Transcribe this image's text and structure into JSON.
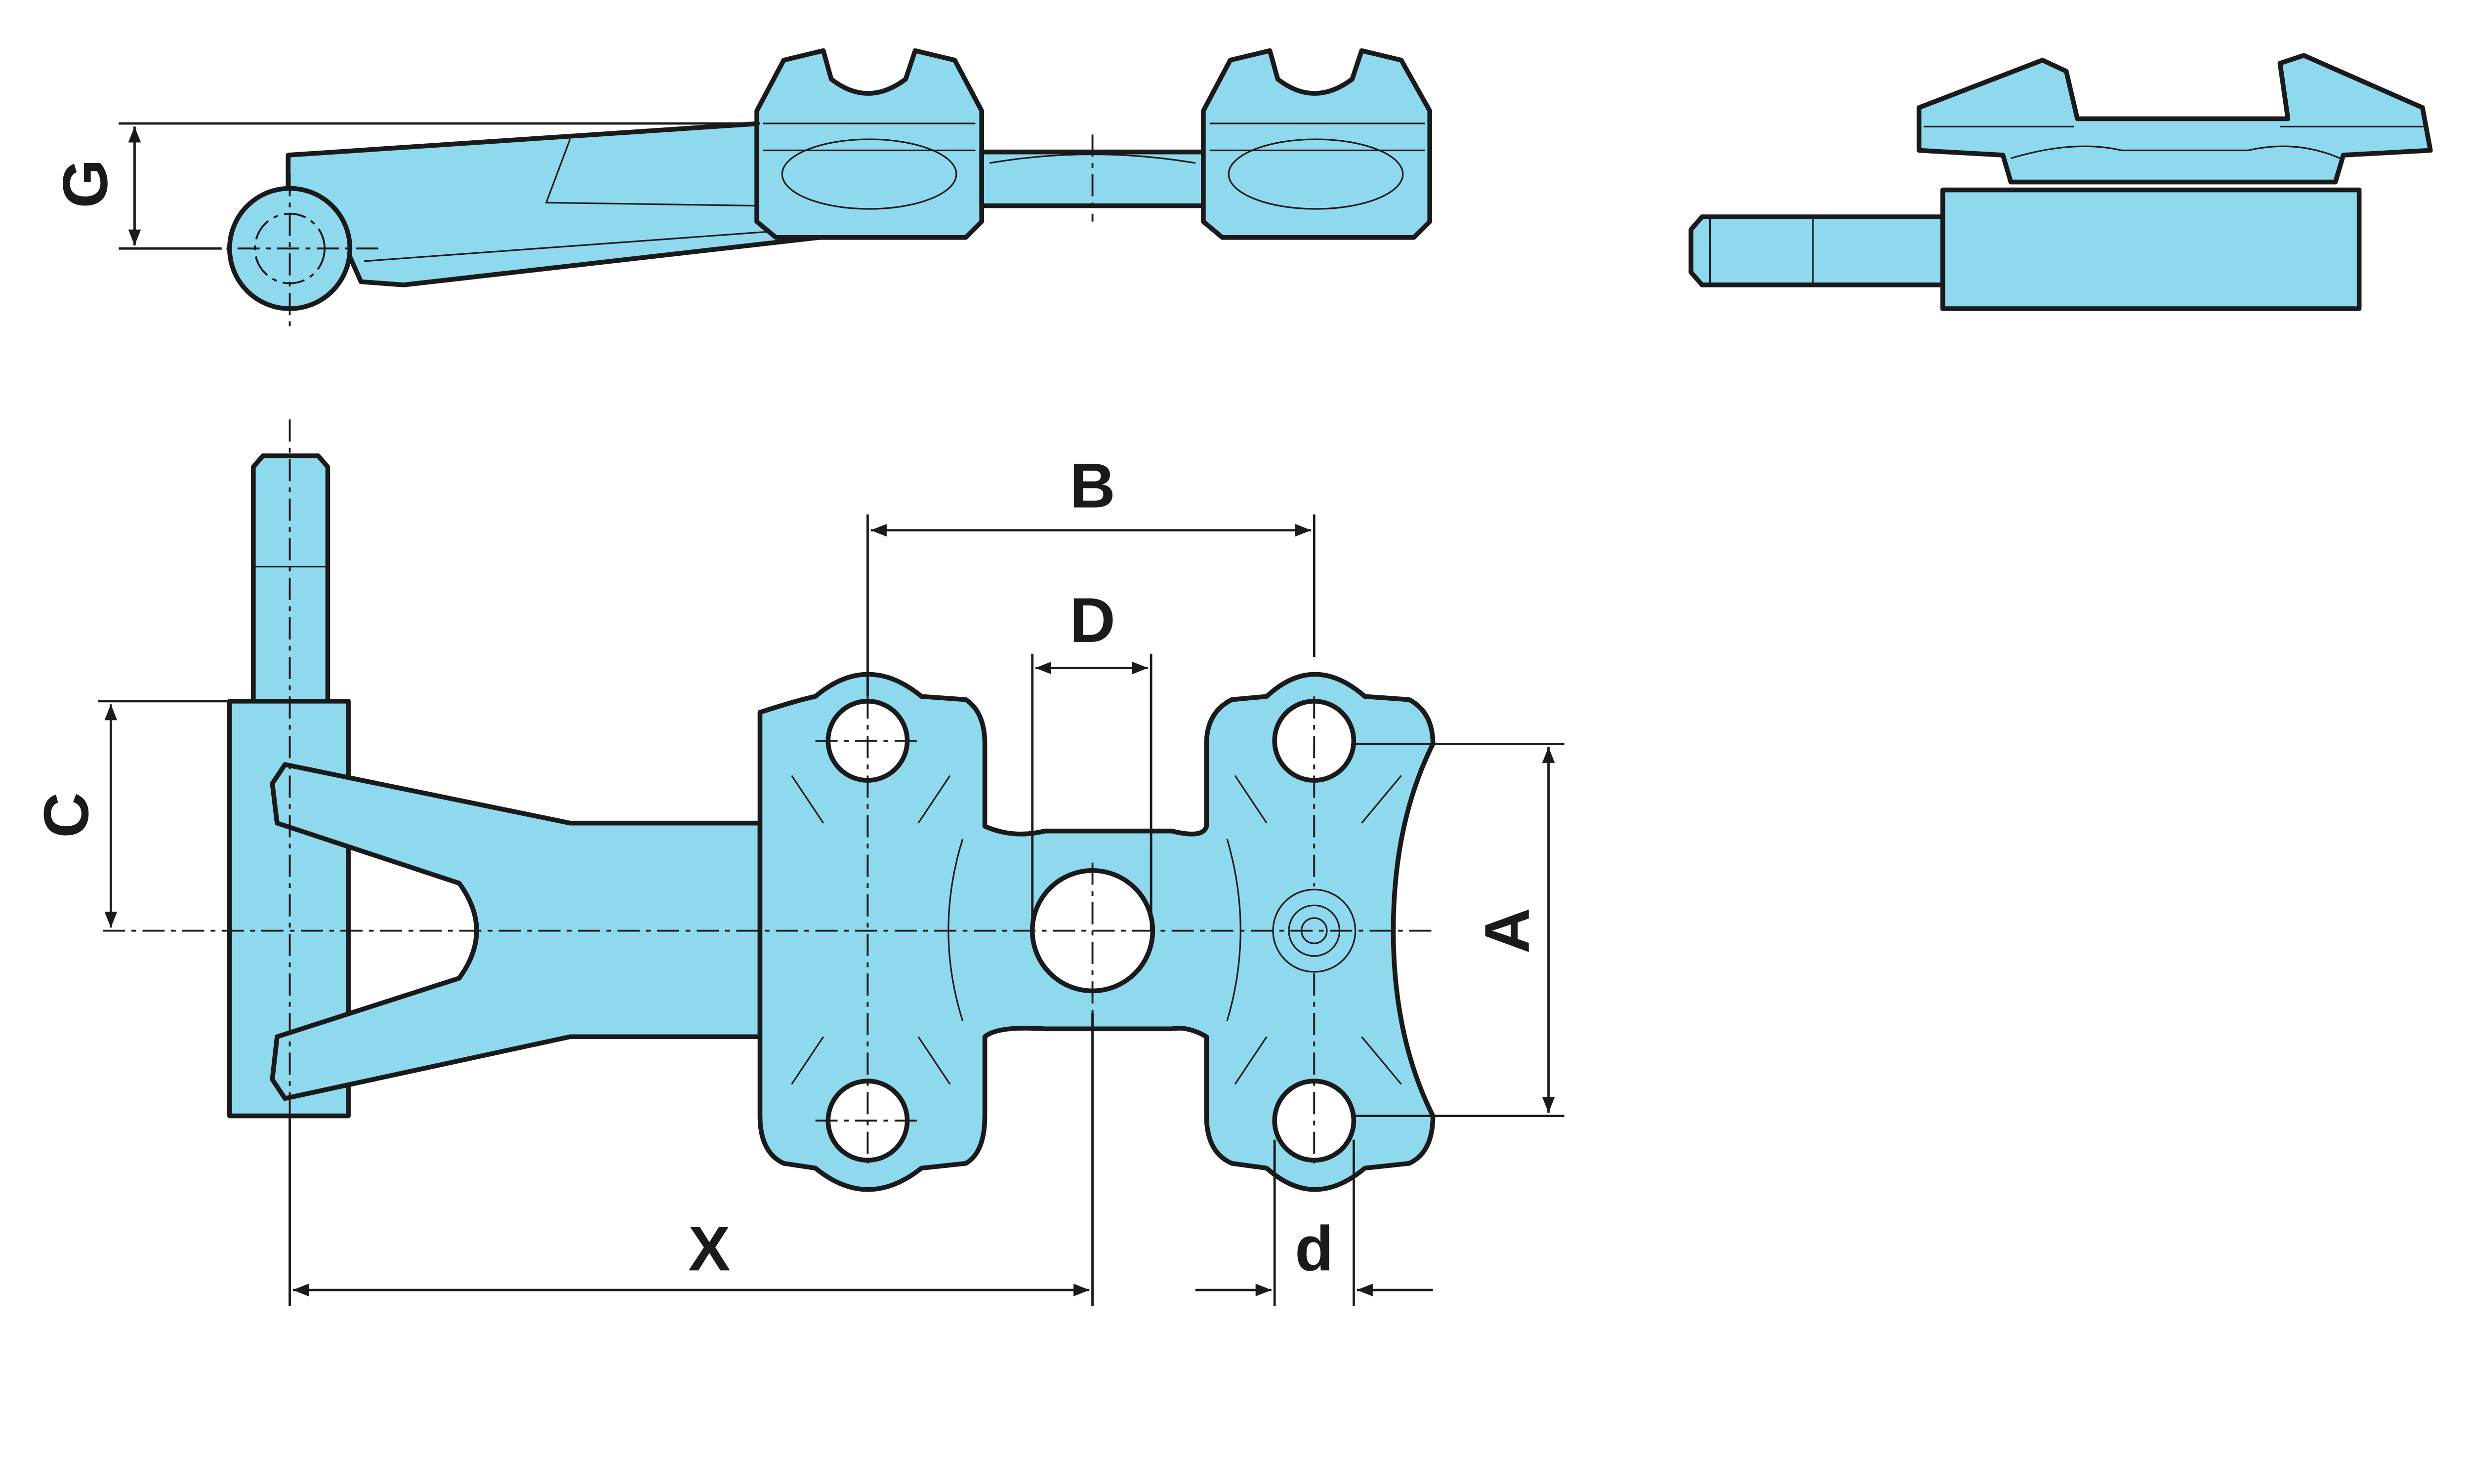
{
  "drawing": {
    "part_color": "#8fd9ee",
    "dimension_labels": {
      "G": "G",
      "B": "B",
      "D": "D",
      "C": "C",
      "A": "A",
      "X": "X",
      "d": "d"
    }
  }
}
